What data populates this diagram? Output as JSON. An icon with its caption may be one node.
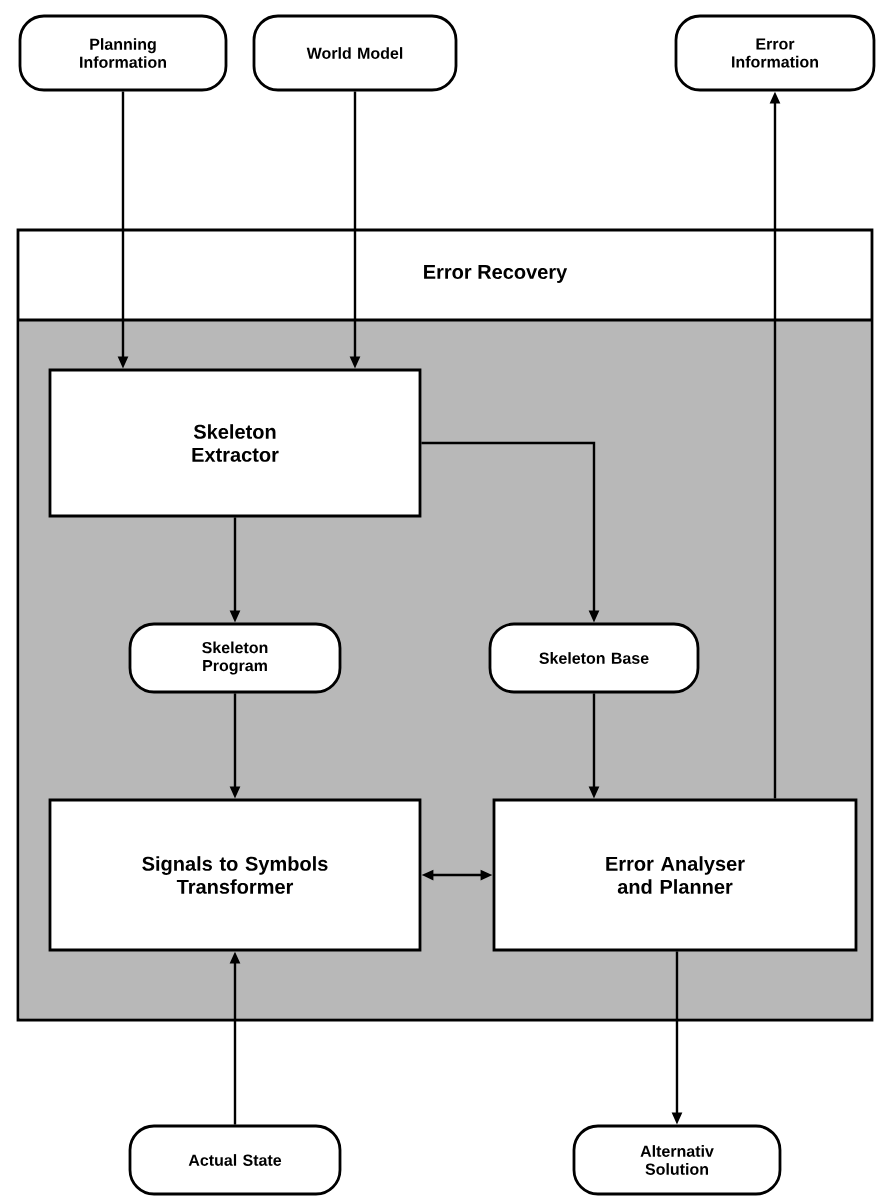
{
  "diagram": {
    "nodes": [
      {
        "text": [
          "Planning Information"
        ]
      },
      {
        "text": [
          "World Model"
        ]
      },
      {
        "text": [
          "Error Information"
        ]
      },
      {
        "text": [
          "Error Recovery"
        ]
      },
      {
        "text": [
          "Skeleton Extractor"
        ],
        "in": 3
      },
      {
        "text": [
          "Skeleton Program"
        ],
        "in": 3
      },
      {
        "text": [
          "Skeleton Base"
        ],
        "in": 3
      },
      {
        "text": [
          "Signals to Symbols Transformer"
        ],
        "in": 3
      },
      {
        "text": [
          "Error Analyser and Planner"
        ],
        "in": 3
      },
      {
        "text": [
          "Actual State"
        ]
      },
      {
        "text": [
          "Alternativ Solution"
        ]
      }
    ],
    "edges": [
      {
        "from": 0,
        "to": 4,
        "arrow": "to"
      },
      {
        "from": 1,
        "to": 4,
        "arrow": "to"
      },
      {
        "from": 8,
        "to": 2,
        "arrow": "to"
      },
      {
        "from": 4,
        "to": 5,
        "arrow": "to"
      },
      {
        "from": 4,
        "to": 6,
        "arrow": "to"
      },
      {
        "from": 5,
        "to": 7,
        "arrow": "to"
      },
      {
        "from": 6,
        "to": 8,
        "arrow": "to"
      },
      {
        "from": 7,
        "to": 8,
        "arrow": "both"
      },
      {
        "from": 9,
        "to": 7,
        "arrow": "to"
      },
      {
        "from": 8,
        "to": 10,
        "arrow": "to"
      }
    ]
  }
}
